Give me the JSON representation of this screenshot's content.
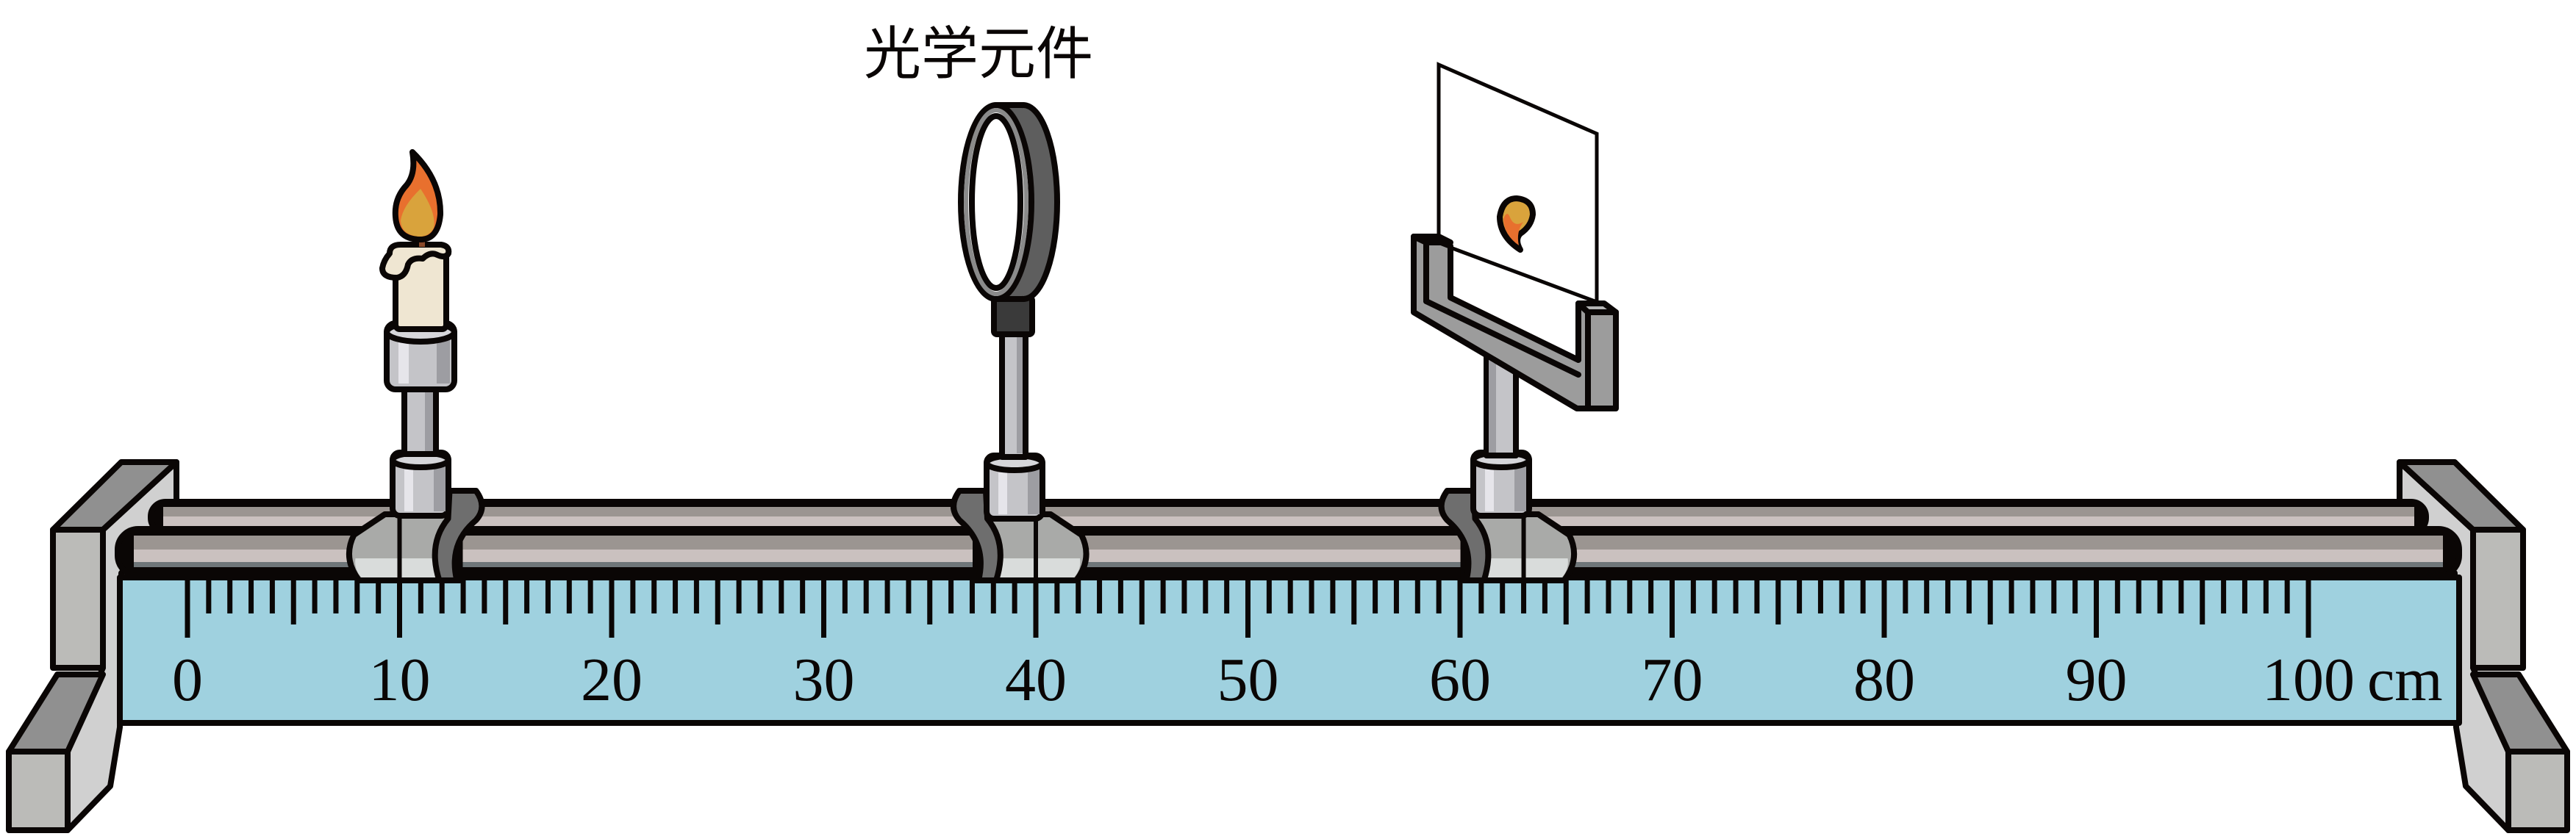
{
  "title": "光学元件",
  "ruler": {
    "min": 0,
    "max": 100,
    "minor_step": 1,
    "mid_step": 5,
    "major_step": 10,
    "unit": "cm",
    "labels": [
      "0",
      "10",
      "20",
      "30",
      "40",
      "50",
      "60",
      "70",
      "80",
      "90",
      "100"
    ]
  },
  "components": {
    "candle": {
      "position_cm": 10
    },
    "lens": {
      "position_cm": 40
    },
    "screen": {
      "position_cm": 63
    }
  },
  "colors": {
    "ruler": "#9fd1df",
    "rail_dark": "#9b9591",
    "rail_light": "#cac1bf",
    "flame_outer": "#e8702e",
    "flame_inner": "#d9a33c",
    "candle_wax": "#efe6d2"
  }
}
